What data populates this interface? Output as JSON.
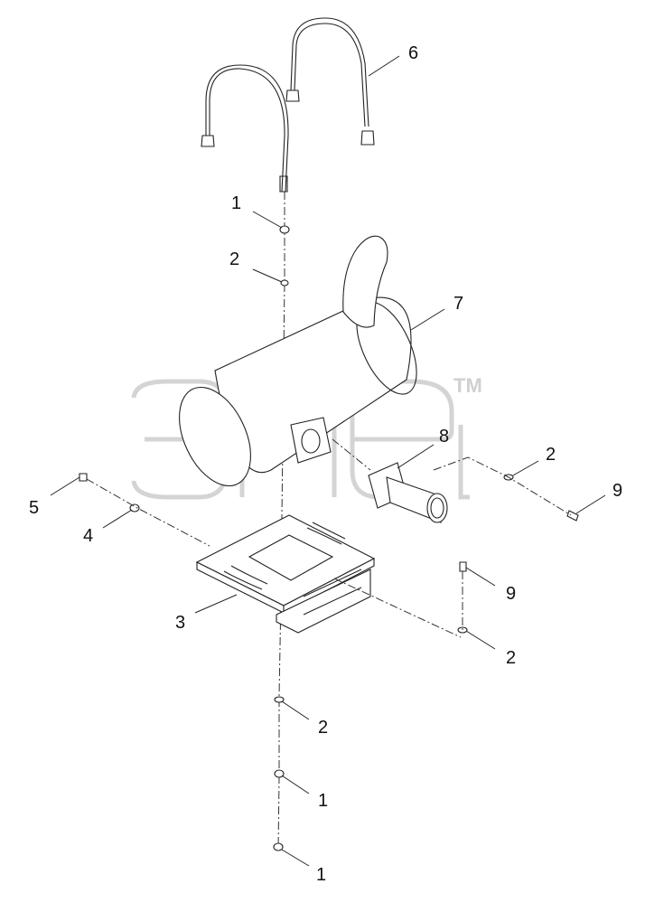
{
  "diagram": {
    "callouts": {
      "c1_top": "1",
      "c2_top": "2",
      "c6": "6",
      "c7": "7",
      "c8": "8",
      "c2_right": "2",
      "c9_right": "9",
      "c5": "5",
      "c4": "4",
      "c3": "3",
      "c9_lower": "9",
      "c2_lower_right": "2",
      "c2_bottom": "2",
      "c1_bottom_a": "1",
      "c1_bottom_b": "1"
    },
    "watermark": {
      "text": "элеб",
      "tm": "TM"
    }
  }
}
